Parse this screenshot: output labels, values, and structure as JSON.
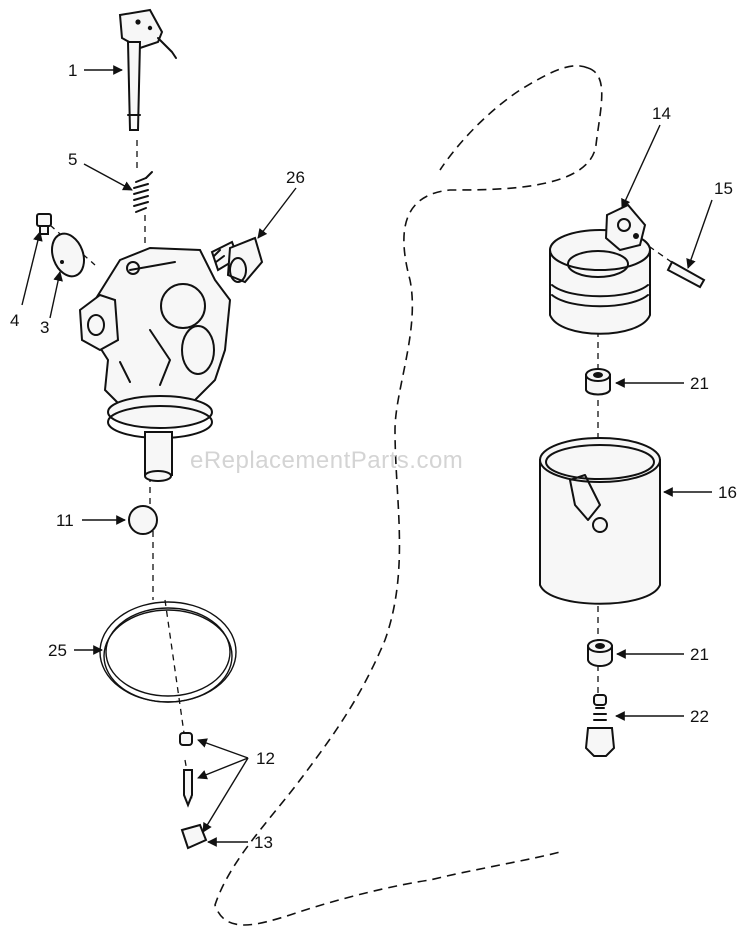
{
  "watermark": "eReplacementParts.com",
  "callouts": {
    "p1": "1",
    "p3": "3",
    "p4": "4",
    "p5": "5",
    "p11": "11",
    "p12": "12",
    "p13": "13",
    "p14": "14",
    "p15": "15",
    "p16": "16",
    "p21a": "21",
    "p21b": "21",
    "p22": "22",
    "p25": "25",
    "p26": "26"
  }
}
